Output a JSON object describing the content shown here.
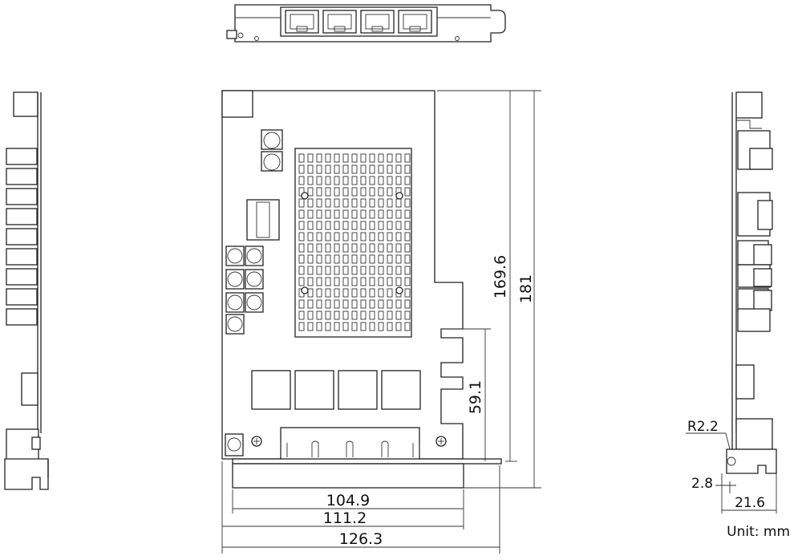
{
  "dimensions": {
    "height_full": "181",
    "height_inner": "169.6",
    "connector_height": "59.1",
    "length_a": "104.9",
    "length_b": "111.2",
    "length_total": "126.3",
    "radius": "R2.2",
    "offset": "2.8",
    "bracket_depth": "21.6"
  },
  "unit_label": "Unit: mm",
  "icons": {
    "rj45_ports": "rj45-port-icon",
    "heatsink": "heatsink-icon",
    "capacitor": "capacitor-icon",
    "screw": "screw-icon"
  }
}
